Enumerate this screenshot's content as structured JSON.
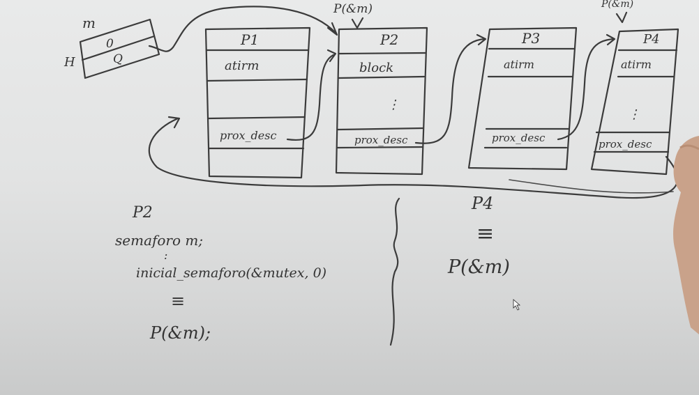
{
  "board": {
    "sem_box": {
      "label_top": "m",
      "label_left": "H",
      "cells": [
        "0",
        "Q"
      ]
    },
    "processes": [
      {
        "name": "P1",
        "field_top": "atirm",
        "field_desc": "prox_desc"
      },
      {
        "name": "P2",
        "field_top": "block",
        "field_desc": "prox_desc",
        "annotation": "P(&m)"
      },
      {
        "name": "P3",
        "field_top": "atirm",
        "field_desc": "prox_desc"
      },
      {
        "name": "P4",
        "field_top": "atirm",
        "field_desc": "prox_desc",
        "annotation": "P(&m)"
      }
    ],
    "code_left": {
      "title": "P2",
      "lines": [
        "semaforo m;",
        ":",
        "inicial_semaforo(&mutex, 0)",
        "≡",
        "P(&m);"
      ]
    },
    "code_right": {
      "title": "P4",
      "lines": [
        "≡",
        "P(&m)"
      ]
    }
  },
  "colors": {
    "ink": "#3b3b3b",
    "board": "#e5e6e6"
  }
}
